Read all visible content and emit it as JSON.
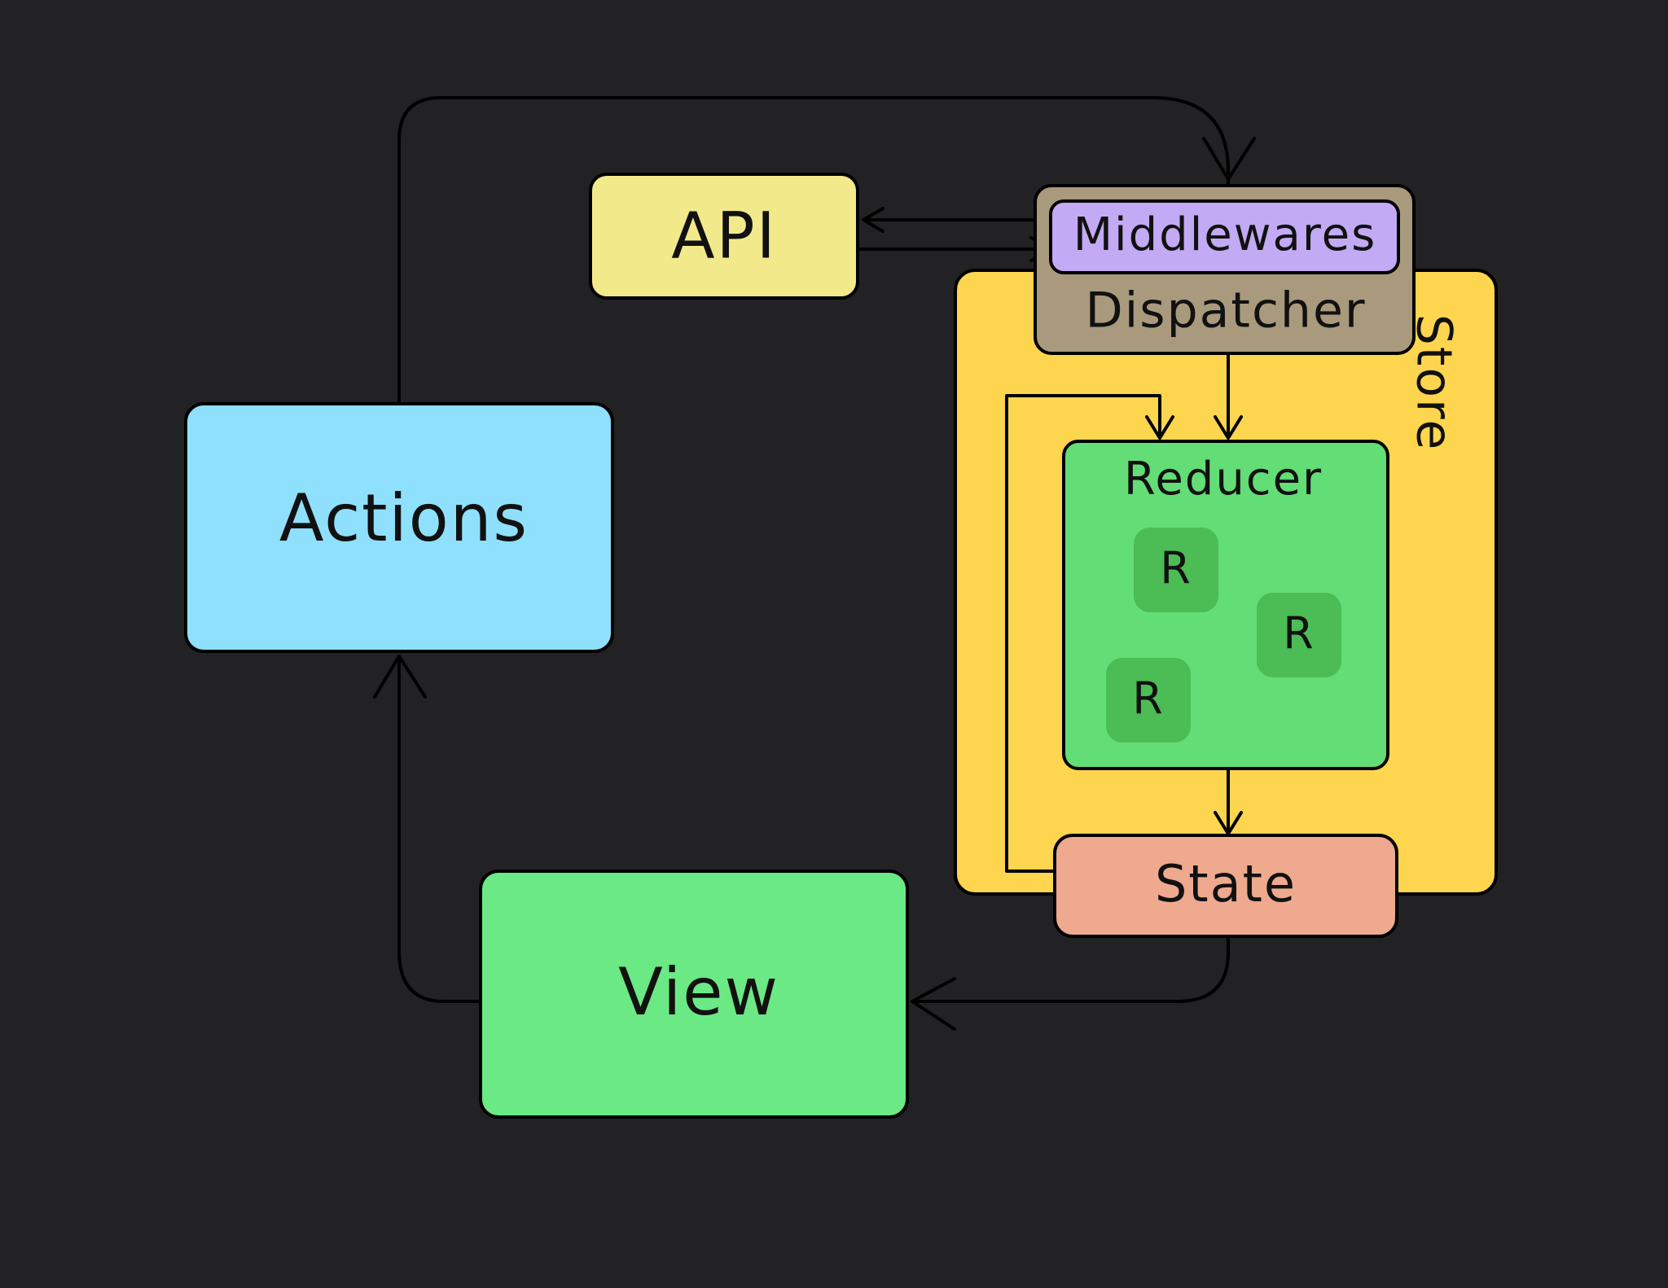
{
  "nodes": {
    "actions": {
      "label": "Actions",
      "color": "#8fe0fd"
    },
    "api": {
      "label": "API",
      "color": "#f2e98a"
    },
    "view": {
      "label": "View",
      "color": "#6be985"
    },
    "store": {
      "label": "Store",
      "color": "#fed54f"
    },
    "dispatcher": {
      "label": "Dispatcher",
      "color": "#a99a7e"
    },
    "middlewares": {
      "label": "Middlewares",
      "color": "#c3aaf4"
    },
    "reducer": {
      "label": "Reducer",
      "color": "#63dd75"
    },
    "reducer_items": [
      {
        "label": "R",
        "color": "#4cbc55"
      },
      {
        "label": "R",
        "color": "#4cbc55"
      },
      {
        "label": "R",
        "color": "#4cbc55"
      }
    ],
    "state": {
      "label": "State",
      "color": "#eea98f"
    }
  },
  "background_color": "#222123",
  "edges": [
    {
      "from": "actions",
      "to": "dispatcher"
    },
    {
      "from": "middlewares",
      "to": "api"
    },
    {
      "from": "api",
      "to": "middlewares"
    },
    {
      "from": "dispatcher",
      "to": "reducer"
    },
    {
      "from": "state",
      "to": "reducer"
    },
    {
      "from": "reducer",
      "to": "state"
    },
    {
      "from": "state",
      "to": "view"
    },
    {
      "from": "view",
      "to": "actions"
    }
  ]
}
